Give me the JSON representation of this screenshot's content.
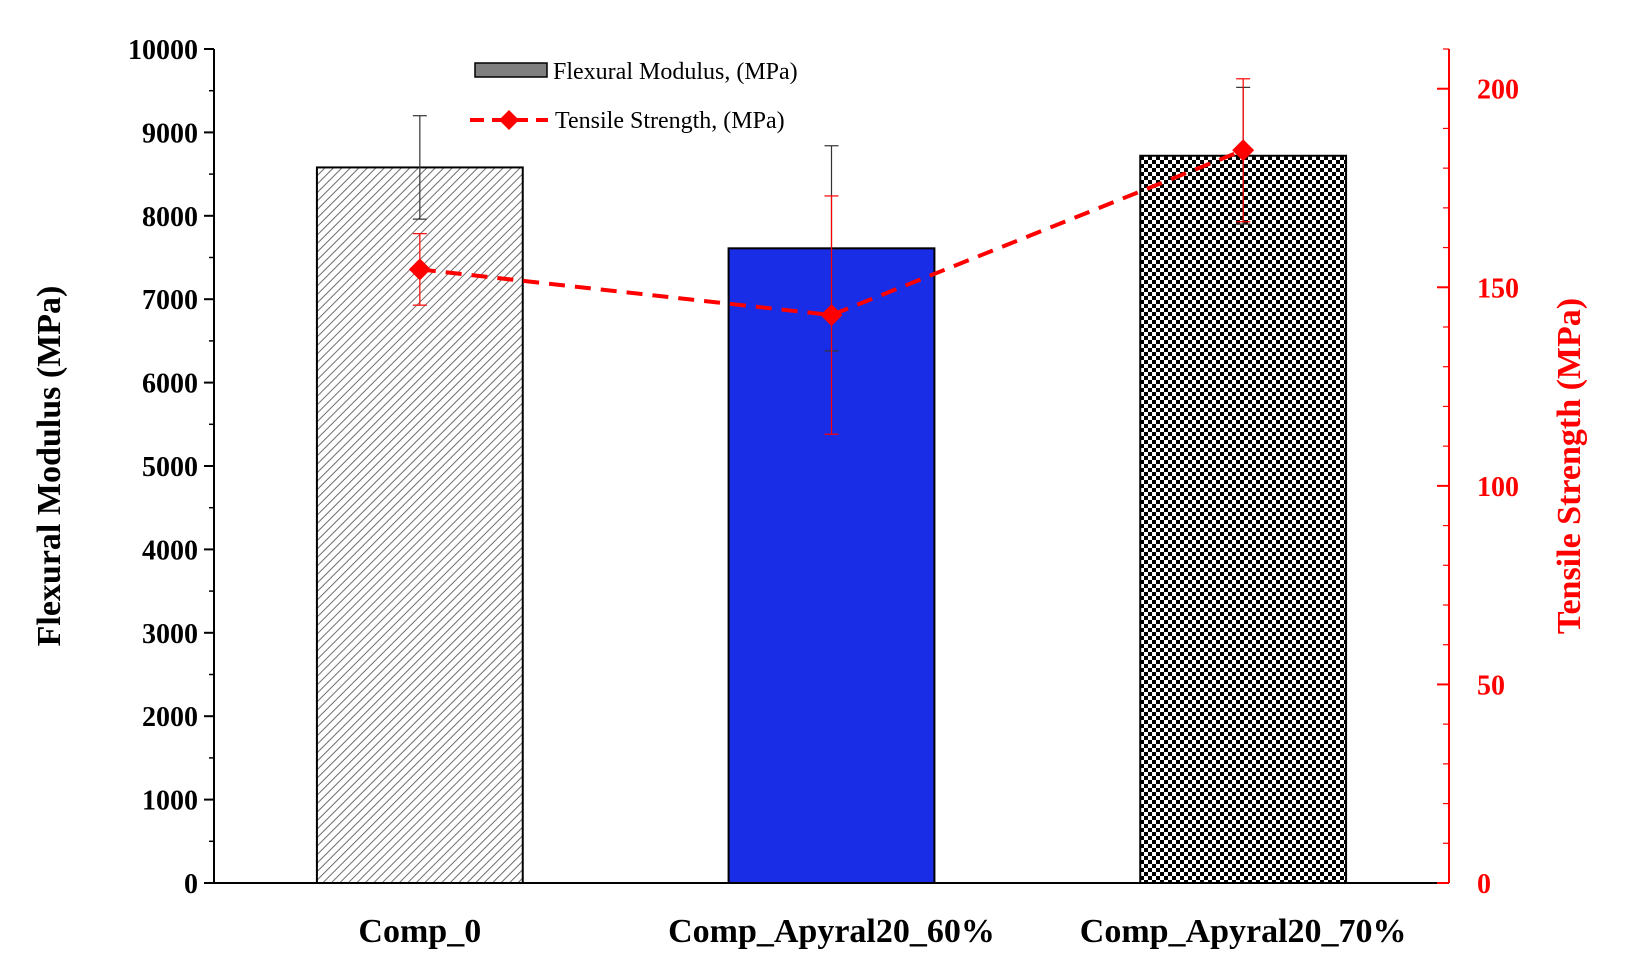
{
  "chart_data": {
    "type": "bar",
    "categories": [
      "Comp_0",
      "Comp_Apyral20_60%",
      "Comp_Apyral20_70%"
    ],
    "series": [
      {
        "name": "Flexural Modulus, (MPa)",
        "type": "bar",
        "axis": "left",
        "values": [
          8580,
          7610,
          8720
        ],
        "error": [
          620,
          1230,
          820
        ],
        "patterns": [
          "diagonal-hatch",
          "solid",
          "checkerboard"
        ]
      },
      {
        "name": "Tensile Strength,  (MPa)",
        "type": "line",
        "axis": "right",
        "style": "dashed",
        "marker": "diamond",
        "values": [
          154.5,
          143,
          184.5
        ],
        "error": [
          9,
          30,
          18
        ]
      }
    ],
    "y_left": {
      "label": "Flexural Modulus (MPa)",
      "lim": [
        0,
        10000
      ],
      "ticks": [
        "0",
        "1000",
        "2000",
        "3000",
        "4000",
        "5000",
        "6000",
        "7000",
        "8000",
        "9000",
        "10000"
      ]
    },
    "y_right": {
      "label": "Tensile Strength (MPa)",
      "lim": [
        0,
        210
      ],
      "ticks": [
        "0",
        "50",
        "100",
        "150",
        "200"
      ],
      "tick_values": [
        0,
        50,
        100,
        150,
        200
      ]
    },
    "legend": {
      "placement": "top-center",
      "entries": [
        "Flexural Modulus, (MPa)",
        "Tensile Strength,  (MPa)"
      ]
    },
    "grid": false,
    "colors": {
      "bar_blue": "#1a2de6",
      "line_red": "#ff0000",
      "axis_black": "#000000",
      "hatch_gray": "#888888",
      "legend_bar_gray": "#7f7f7f"
    }
  }
}
